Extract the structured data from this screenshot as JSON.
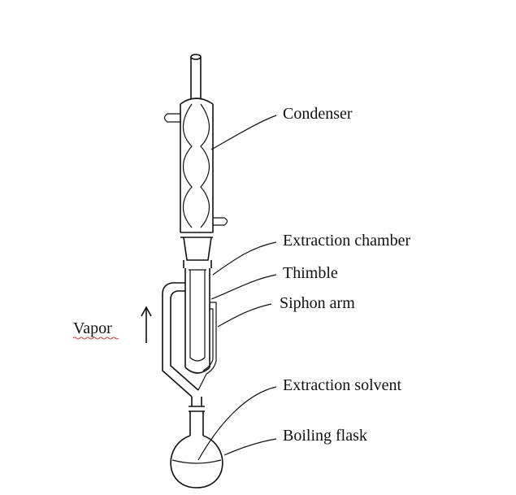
{
  "diagram": {
    "labels": {
      "condenser": "Condenser",
      "extraction_chamber": "Extraction chamber",
      "thimble": "Thimble",
      "siphon_arm": "Siphon arm",
      "vapor": "Vapor",
      "extraction_solvent": "Extraction solvent",
      "boiling_flask": "Boiling flask"
    },
    "colors": {
      "line": "#111111",
      "background": "#ffffff",
      "spellcheck_underline": "#d04040"
    },
    "icons": [
      "arrow-up-icon"
    ]
  }
}
